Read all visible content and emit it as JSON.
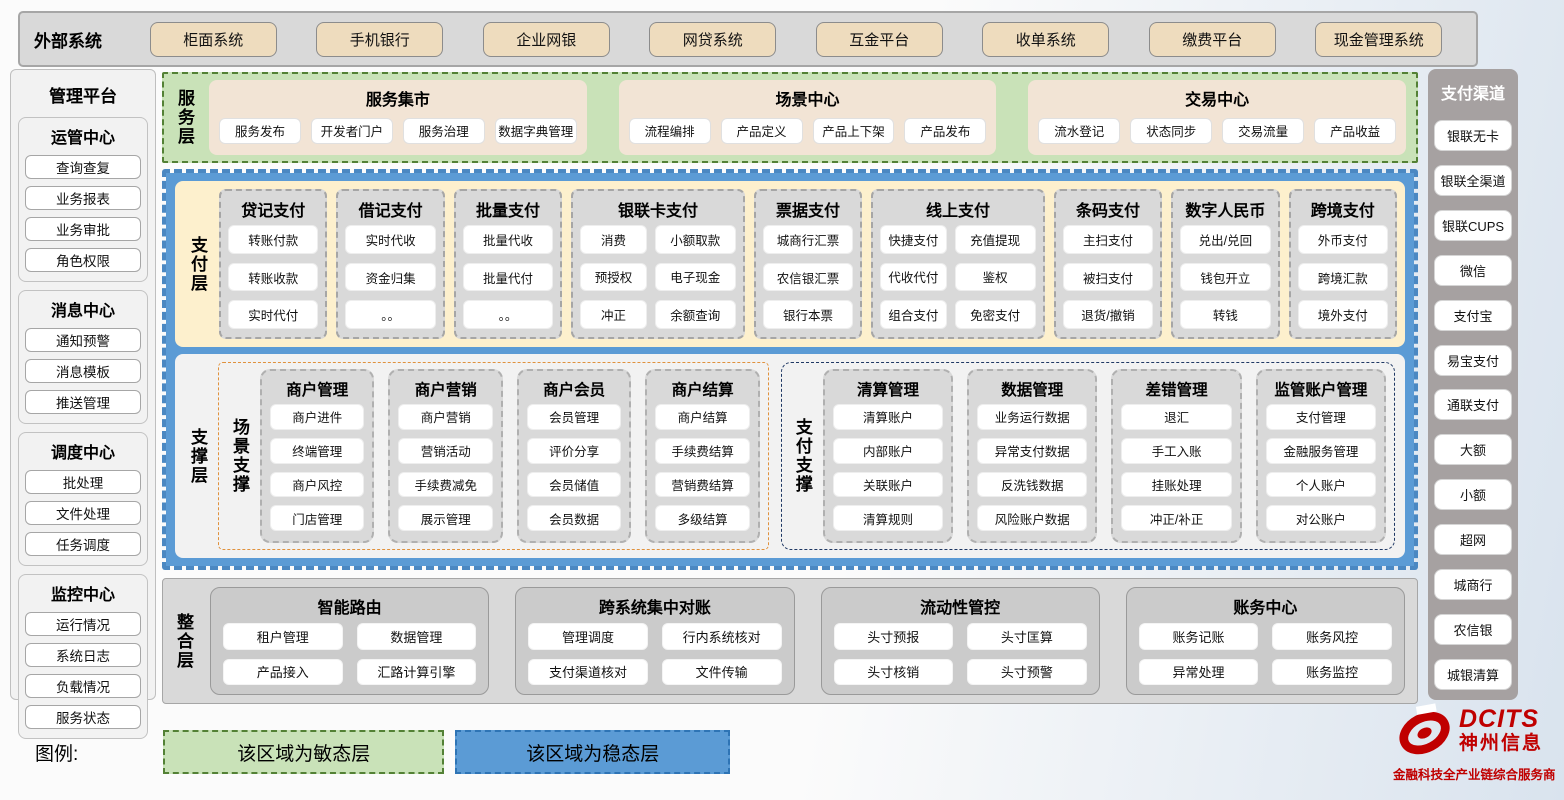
{
  "external_systems": {
    "label": "外部系统",
    "items": [
      "柜面系统",
      "手机银行",
      "企业网银",
      "网贷系统",
      "互金平台",
      "收单系统",
      "缴费平台",
      "现金管理系统"
    ]
  },
  "management_platform": {
    "title": "管理平台",
    "groups": [
      {
        "title": "运管中心",
        "items": [
          "查询查复",
          "业务报表",
          "业务审批",
          "角色权限"
        ]
      },
      {
        "title": "消息中心",
        "items": [
          "通知预警",
          "消息模板",
          "推送管理"
        ]
      },
      {
        "title": "调度中心",
        "items": [
          "批处理",
          "文件处理",
          "任务调度"
        ]
      },
      {
        "title": "监控中心",
        "items": [
          "运行情况",
          "系统日志",
          "负载情况",
          "服务状态"
        ]
      }
    ]
  },
  "service_layer": {
    "label": "服务层",
    "panels": [
      {
        "title": "服务集市",
        "items": [
          "服务发布",
          "开发者门户",
          "服务治理",
          "数据字典管理"
        ]
      },
      {
        "title": "场景中心",
        "items": [
          "流程编排",
          "产品定义",
          "产品上下架",
          "产品发布"
        ]
      },
      {
        "title": "交易中心",
        "items": [
          "流水登记",
          "状态同步",
          "交易流量",
          "产品收益"
        ]
      }
    ]
  },
  "payment_layer": {
    "label": "支付层",
    "columns": [
      {
        "title": "贷记支付",
        "items": [
          "转账付款",
          "转账收款",
          "实时代付"
        ]
      },
      {
        "title": "借记支付",
        "items": [
          "实时代收",
          "资金归集",
          "。。"
        ]
      },
      {
        "title": "批量支付",
        "items": [
          "批量代收",
          "批量代付",
          "。。"
        ]
      },
      {
        "title": "银联卡支付",
        "items": [
          "消费",
          "小额取款",
          "预授权",
          "电子现金",
          "冲正",
          "余额查询"
        ]
      },
      {
        "title": "票据支付",
        "items": [
          "城商行汇票",
          "农信银汇票",
          "银行本票"
        ]
      },
      {
        "title": "线上支付",
        "items": [
          "快捷支付",
          "充值提现",
          "代收代付",
          "鉴权",
          "组合支付",
          "免密支付"
        ]
      },
      {
        "title": "条码支付",
        "items": [
          "主扫支付",
          "被扫支付",
          "退货/撤销"
        ]
      },
      {
        "title": "数字人民币",
        "items": [
          "兑出/兑回",
          "钱包开立",
          "转钱"
        ]
      },
      {
        "title": "跨境支付",
        "items": [
          "外币支付",
          "跨境汇款",
          "境外支付"
        ]
      }
    ]
  },
  "support_layer": {
    "label": "支撑层",
    "groups": [
      {
        "label": "场景支撑",
        "columns": [
          {
            "title": "商户管理",
            "items": [
              "商户进件",
              "终端管理",
              "商户风控",
              "门店管理"
            ]
          },
          {
            "title": "商户营销",
            "items": [
              "商户营销",
              "营销活动",
              "手续费减免",
              "展示管理"
            ]
          },
          {
            "title": "商户会员",
            "items": [
              "会员管理",
              "评价分享",
              "会员储值",
              "会员数据"
            ]
          },
          {
            "title": "商户结算",
            "items": [
              "商户结算",
              "手续费结算",
              "营销费结算",
              "多级结算"
            ]
          }
        ]
      },
      {
        "label": "支付支撑",
        "columns": [
          {
            "title": "清算管理",
            "items": [
              "清算账户",
              "内部账户",
              "关联账户",
              "清算规则"
            ]
          },
          {
            "title": "数据管理",
            "items": [
              "业务运行数据",
              "异常支付数据",
              "反洗钱数据",
              "风险账户数据"
            ]
          },
          {
            "title": "差错管理",
            "items": [
              "退汇",
              "手工入账",
              "挂账处理",
              "冲正/补正"
            ]
          },
          {
            "title": "监管账户管理",
            "items": [
              "支付管理",
              "金融服务管理",
              "个人账户",
              "对公账户"
            ]
          }
        ]
      }
    ]
  },
  "integration_layer": {
    "label": "整合层",
    "panels": [
      {
        "title": "智能路由",
        "items": [
          "租户管理",
          "数据管理",
          "产品接入",
          "汇路计算引擎"
        ]
      },
      {
        "title": "跨系统集中对账",
        "items": [
          "管理调度",
          "行内系统核对",
          "支付渠道核对",
          "文件传输"
        ]
      },
      {
        "title": "流动性管控",
        "items": [
          "头寸预报",
          "头寸匡算",
          "头寸核销",
          "头寸预警"
        ]
      },
      {
        "title": "账务中心",
        "items": [
          "账务记账",
          "账务风控",
          "异常处理",
          "账务监控"
        ]
      }
    ]
  },
  "payment_channels": {
    "title": "支付渠道",
    "items": [
      "银联无卡",
      "银联全渠道",
      "银联CUPS",
      "微信",
      "支付宝",
      "易宝支付",
      "通联支付",
      "大额",
      "小额",
      "超网",
      "城商行",
      "农信银",
      "城银清算"
    ]
  },
  "legend": {
    "label": "图例:",
    "agile": "该区域为敏态层",
    "stable": "该区域为稳态层"
  },
  "logo": {
    "brand": "DCITS",
    "name": "神州信息",
    "tagline": "金融科技全产业链综合服务商"
  },
  "colors": {
    "agile_green": "#c9e2b8",
    "stable_blue": "#5b9bd5",
    "payment_cream": "#fdf0cd",
    "service_panel_tan": "#f2e4d5",
    "module_gray": "#d9d9d9",
    "scene_support_orange": "#e0913c",
    "pay_support_navy": "#1f3864",
    "brand_red": "#c00000"
  }
}
